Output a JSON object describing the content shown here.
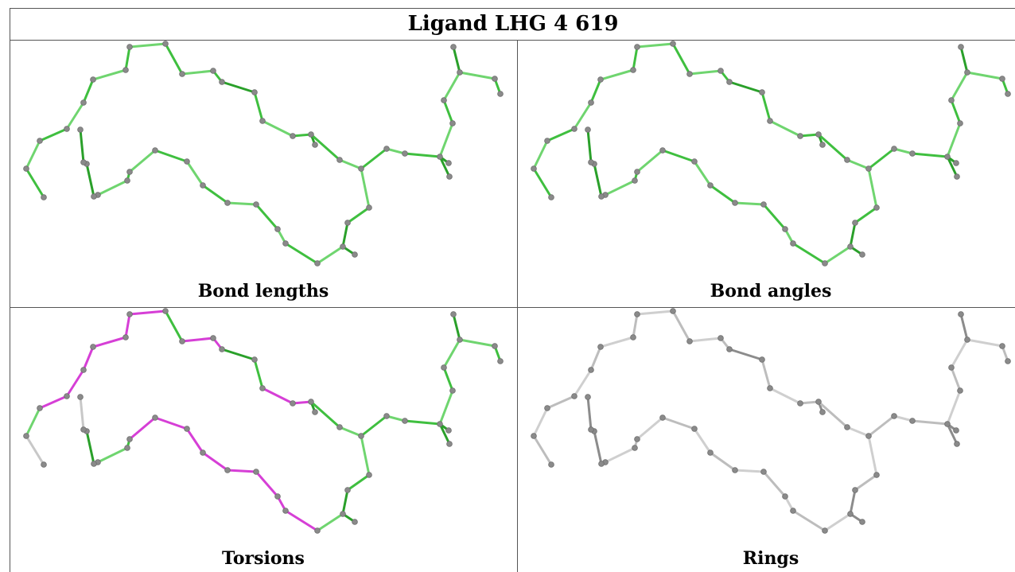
{
  "title": "Ligand LHG 4 619",
  "panels": [
    {
      "id": "bond-lengths",
      "caption": "Bond lengths",
      "colors": [
        "#3fbf3f",
        "#6fd56f",
        "#2aa02a"
      ]
    },
    {
      "id": "bond-angles",
      "caption": "Bond angles",
      "colors": [
        "#3fbf3f",
        "#6fd56f",
        "#2aa02a"
      ]
    },
    {
      "id": "torsions",
      "caption": "Torsions",
      "colors": [
        "#3fbf3f",
        "#6fd56f",
        "#2aa02a"
      ],
      "highlight": "#d63fd6"
    },
    {
      "id": "rings",
      "caption": "Rings",
      "colors": [
        "#bdbdbd",
        "#cfcfcf",
        "#a8a8a8"
      ]
    }
  ],
  "atom_color": "#8a8a8a"
}
